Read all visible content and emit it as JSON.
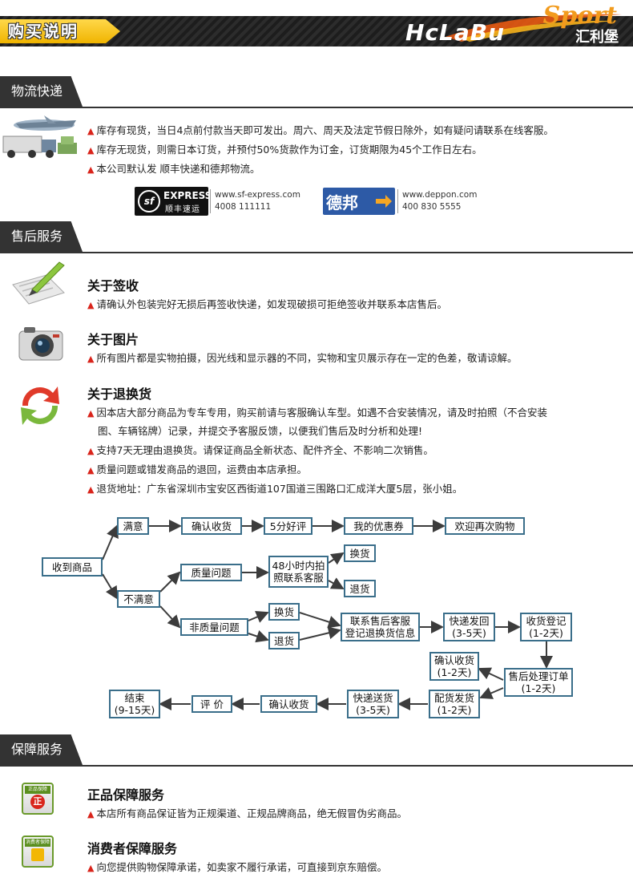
{
  "banner": {
    "title": "购买说明",
    "brand_main": "HcLaBu",
    "brand_cn": "汇利堡",
    "brand_sport": "Sport"
  },
  "logistics": {
    "header": "物流快递",
    "lines": [
      "库存有现货，当日4点前付款当天即可发出。周六、周天及法定节假日除外，如有疑问请联系在线客服。",
      "库存无现货，则需日本订货，并预付50%货款作为订金，订货期限为45个工作日左右。",
      "本公司默认发 顺丰快递和德邦物流。"
    ],
    "sf": {
      "logo_abbr": "sf",
      "logo_text": "EXPRESS",
      "logo_cn": "顺丰速运",
      "url": "www.sf-express.com",
      "phone": "4008 111111"
    },
    "deppon": {
      "logo_text": "德邦",
      "url": "www.deppon.com",
      "phone": "400 830 5555"
    }
  },
  "aftersales": {
    "header": "售后服务",
    "sign": {
      "title": "关于签收",
      "lines": [
        "请确认外包装完好无损后再签收快递，如发现破损可拒绝签收并联系本店售后。"
      ]
    },
    "photo": {
      "title": "关于图片",
      "lines": [
        "所有图片都是实物拍摄，因光线和显示器的不同，实物和宝贝展示存在一定的色差，敬请谅解。"
      ]
    },
    "return": {
      "title": "关于退换货",
      "lines": [
        "因本店大部分商品为专车专用，购买前请与客服确认车型。如遇不合安装情况，请及时拍照（不合安装",
        "图、车辆铭牌）记录，并提交予客服反馈，以便我们售后及时分析和处理!",
        "支持7天无理由退换货。请保证商品全新状态、配件齐全、不影响二次销售。",
        "质量问题或错发商品的退回，运费由本店承担。",
        "退货地址：广东省深圳市宝安区西街道107国道三围路口汇成洋大厦5层，张小姐。"
      ]
    }
  },
  "flow": {
    "receive": "收到商品",
    "satisfied": "满意",
    "confirm_receipt": "确认收货",
    "five_star": "5分好评",
    "coupon": "我的优惠券",
    "welcome": "欢迎再次购物",
    "unsatisfied": "不满意",
    "quality": "质量问题",
    "photo48": "48小时内拍\n照联系客服",
    "exchange1": "换货",
    "return1": "退货",
    "nonquality": "非质量问题",
    "exchange2": "换货",
    "return2": "退货",
    "contact": "联系售后客服\n登记退换货信息",
    "express_back": "快递发回\n(3-5天)",
    "register": "收货登记\n(1-2天)",
    "confirm_recv2": "确认收货\n(1-2天)",
    "process": "售后处理订单\n(1-2天)",
    "ship": "配货发货\n(1-2天)",
    "express_send": "快递送货\n(3-5天)",
    "confirm_recv3": "确认收货",
    "review": "评 价",
    "end": "结束\n(9-15天)"
  },
  "guarantee": {
    "header": "保障服务",
    "genuine": {
      "badge": "正品保障",
      "badge_char": "正",
      "title": "正品保障服务",
      "lines": [
        "本店所有商品保证皆为正规渠道、正规品牌商品，绝无假冒伪劣商品。"
      ]
    },
    "consumer": {
      "badge": "消费者保障",
      "title": "消费者保障服务",
      "lines": [
        "向您提供购物保障承诺，如卖家不履行承诺，可直接到京东赔偿。"
      ]
    }
  },
  "bullet": "▲"
}
